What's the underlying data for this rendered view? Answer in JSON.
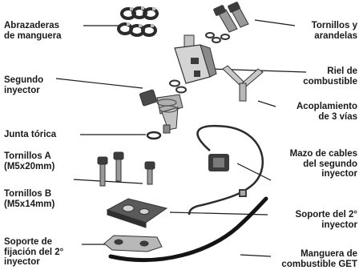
{
  "labels": {
    "abrazaderas": [
      "Abrazaderas",
      "de manguera"
    ],
    "tornillos_arandelas": [
      "Tornillos y",
      "arandelas"
    ],
    "riel": [
      "Riel de",
      "combustible"
    ],
    "segundo_inyector": [
      "Segundo",
      "inyector"
    ],
    "acoplamiento": [
      "Acoplamiento",
      "de 3 vías"
    ],
    "junta": [
      "Junta tórica"
    ],
    "tornillos_a": [
      "Tornillos A",
      "(M5x20mm)"
    ],
    "mazo": [
      "Mazo de cables",
      "del segundo",
      "inyector"
    ],
    "tornillos_b": [
      "Tornillos B",
      "(M5x14mm)"
    ],
    "soporte_2": [
      "Soporte del 2°",
      "inyector"
    ],
    "soporte_fijacion": [
      "Soporte de",
      "fijación del 2°",
      "inyector"
    ],
    "manguera": [
      "Manguera de",
      "combustible GET"
    ]
  },
  "colors": {
    "ink": "#1a1a1a",
    "part": "#9a9a9a",
    "dark": "#3c3c3c",
    "light": "#d4d4d4"
  }
}
